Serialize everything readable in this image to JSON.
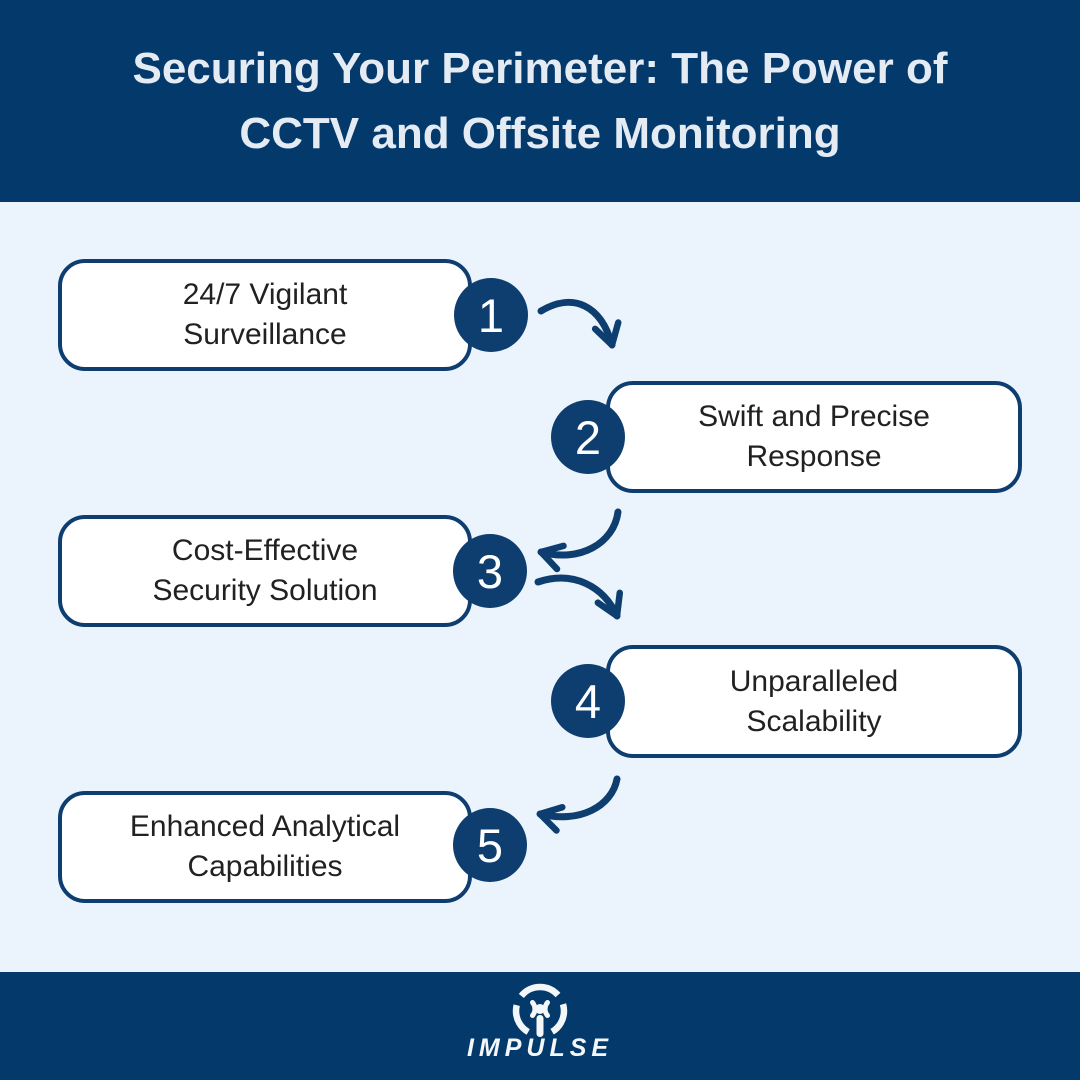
{
  "title": {
    "line1": "Securing Your Perimeter: The Power of",
    "line2": "CCTV and Offsite Monitoring"
  },
  "steps": [
    {
      "number": "1",
      "line1": "24/7 Vigilant",
      "line2": "Surveillance",
      "side": "left"
    },
    {
      "number": "2",
      "line1": "Swift and Precise",
      "line2": "Response",
      "side": "right"
    },
    {
      "number": "3",
      "line1": "Cost-Effective",
      "line2": "Security Solution",
      "side": "left"
    },
    {
      "number": "4",
      "line1": "Unparalleled",
      "line2": "Scalability",
      "side": "right"
    },
    {
      "number": "5",
      "line1": "Enhanced Analytical",
      "line2": "Capabilities",
      "side": "left"
    }
  ],
  "footer": {
    "brand": "IMPULSE",
    "logo": "broadcast-signal-icon"
  },
  "colors": {
    "band_navy": "#03396b",
    "element_navy": "#0e3e6f",
    "background": "#ebf4fc",
    "card_fill": "#ffffff",
    "card_text": "#212121",
    "title_text": "#e4ebf3"
  }
}
